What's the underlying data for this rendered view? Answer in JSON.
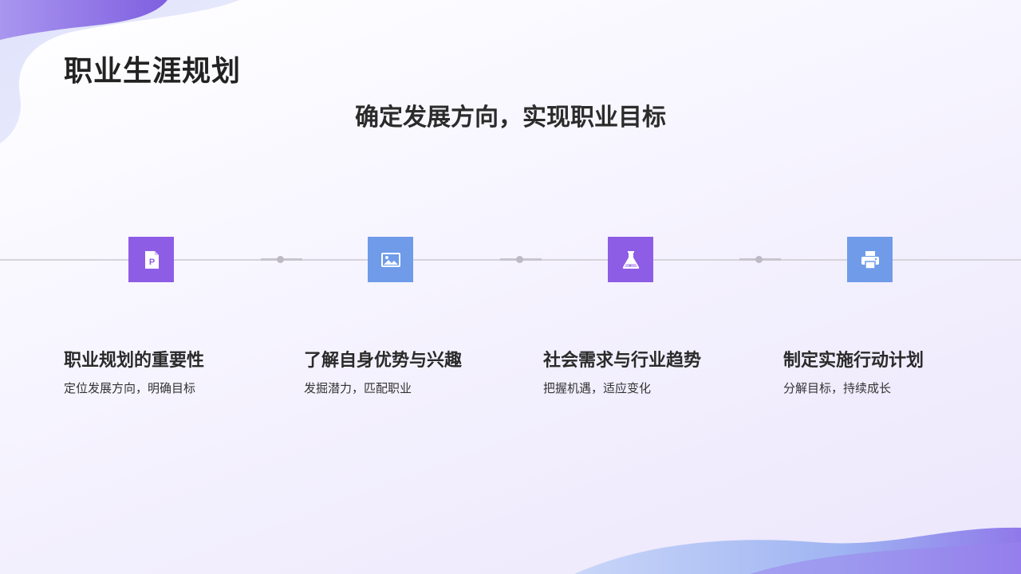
{
  "slide": {
    "title": "职业生涯规划",
    "subtitle": "确定发展方向，实现职业目标"
  },
  "colors": {
    "accent_purple": "#8e5de6",
    "accent_blue": "#6f9be9",
    "timeline": "#d6d3dc"
  },
  "steps": [
    {
      "icon": "document-p-icon",
      "title": "职业规划的重要性",
      "description": "定位发展方向，明确目标"
    },
    {
      "icon": "image-icon",
      "title": "了解自身优势与兴趣",
      "description": "发掘潜力，匹配职业"
    },
    {
      "icon": "flask-icon",
      "title": "社会需求与行业趋势",
      "description": "把握机遇，适应变化"
    },
    {
      "icon": "printer-icon",
      "title": "制定实施行动计划",
      "description": "分解目标，持续成长"
    }
  ]
}
